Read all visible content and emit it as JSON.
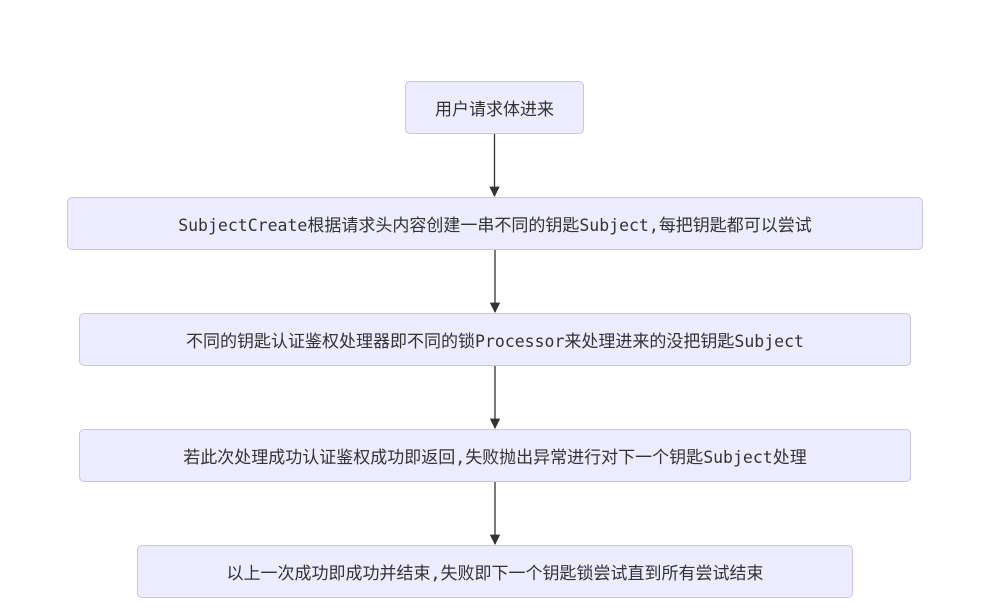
{
  "flowchart": {
    "nodes": [
      {
        "id": "n1",
        "parts": [
          {
            "text": "用户请求体进来",
            "mono": false
          }
        ]
      },
      {
        "id": "n2",
        "parts": [
          {
            "text": "SubjectCreate",
            "mono": true
          },
          {
            "text": "根据请求头内容创建一串不同的钥匙",
            "mono": false
          },
          {
            "text": "Subject,",
            "mono": true
          },
          {
            "text": "每把钥匙都可以尝试",
            "mono": false
          }
        ]
      },
      {
        "id": "n3",
        "parts": [
          {
            "text": "不同的钥匙认证鉴权处理器即不同的锁",
            "mono": false
          },
          {
            "text": "Processor",
            "mono": true
          },
          {
            "text": "来处理进来的没把钥匙",
            "mono": false
          },
          {
            "text": "Subject",
            "mono": true
          }
        ]
      },
      {
        "id": "n4",
        "parts": [
          {
            "text": "若此次处理成功认证鉴权成功即返回",
            "mono": false
          },
          {
            "text": ",",
            "mono": true
          },
          {
            "text": "失败抛出异常进行对下一个钥匙",
            "mono": false
          },
          {
            "text": "Subject",
            "mono": true
          },
          {
            "text": "处理",
            "mono": false
          }
        ]
      },
      {
        "id": "n5",
        "parts": [
          {
            "text": "以上一次成功即成功并结束",
            "mono": false
          },
          {
            "text": ",",
            "mono": true
          },
          {
            "text": "失败即下一个钥匙锁尝试直到所有尝试结束",
            "mono": false
          }
        ]
      }
    ],
    "edges": [
      {
        "from": "n1",
        "to": "n2"
      },
      {
        "from": "n2",
        "to": "n3"
      },
      {
        "from": "n3",
        "to": "n4"
      },
      {
        "from": "n4",
        "to": "n5"
      }
    ],
    "colors": {
      "node_fill": "#ececfe",
      "node_border": "#c5c5f0",
      "edge": "#333333",
      "text": "#333333"
    }
  }
}
